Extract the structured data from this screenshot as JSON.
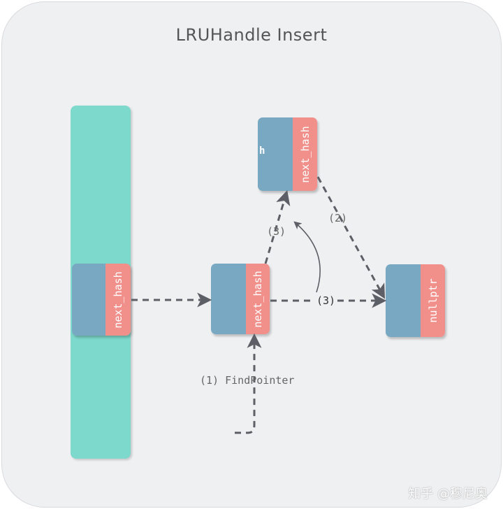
{
  "diagram": {
    "title": "LRUHandle Insert",
    "bucket_node": {
      "field_label": "next_hash"
    },
    "middle_node": {
      "field_label": "next_hash"
    },
    "top_node": {
      "name": "h",
      "field_label": "next_hash"
    },
    "right_node": {
      "field_label": "nullptr"
    },
    "step_labels": {
      "find_pointer": "(1) FindPointer",
      "step2": "(2)",
      "step3_left": "(3)",
      "step3_right": "(3)"
    }
  },
  "watermark": "知乎 @穆尼奥",
  "colors": {
    "background": "#eff0f2",
    "bucket": "#7dd9cc",
    "node_body": "#78a8c2",
    "node_field": "#f1908b",
    "arrow": "#5c5f66"
  }
}
